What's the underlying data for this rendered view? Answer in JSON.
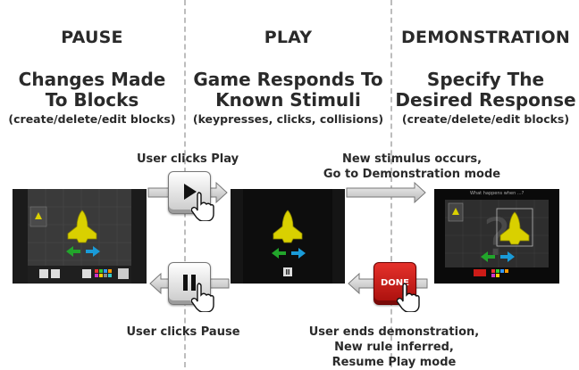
{
  "columns": [
    {
      "heading": "PAUSE",
      "title_line1": "Changes Made",
      "title_line2": "To Blocks",
      "subtitle": "(create/delete/edit blocks)"
    },
    {
      "heading": "PLAY",
      "title_line1": "Game Responds To",
      "title_line2": "Known Stimuli",
      "subtitle": "(keypresses, clicks, collisions)"
    },
    {
      "heading": "DEMONSTRATION",
      "title_line1": "Specify The",
      "title_line2": "Desired Response",
      "subtitle": "(create/delete/edit blocks)"
    }
  ],
  "captions": {
    "play_click": "User clicks Play",
    "stimulus_line1": "New stimulus occurs,",
    "stimulus_line2": "Go to Demonstration mode",
    "pause_click": "User clicks Pause",
    "end_line1": "User ends demonstration,",
    "end_line2": "New rule inferred,",
    "end_line3": "Resume Play mode"
  },
  "buttons": {
    "done_label": "DONE"
  },
  "demo_prompt": "What happens when ...?",
  "colors": {
    "ship": "#d9d000",
    "arrow_left": "#22a52b",
    "arrow_right": "#1a9bd8",
    "done_red": "#cc1b17"
  }
}
